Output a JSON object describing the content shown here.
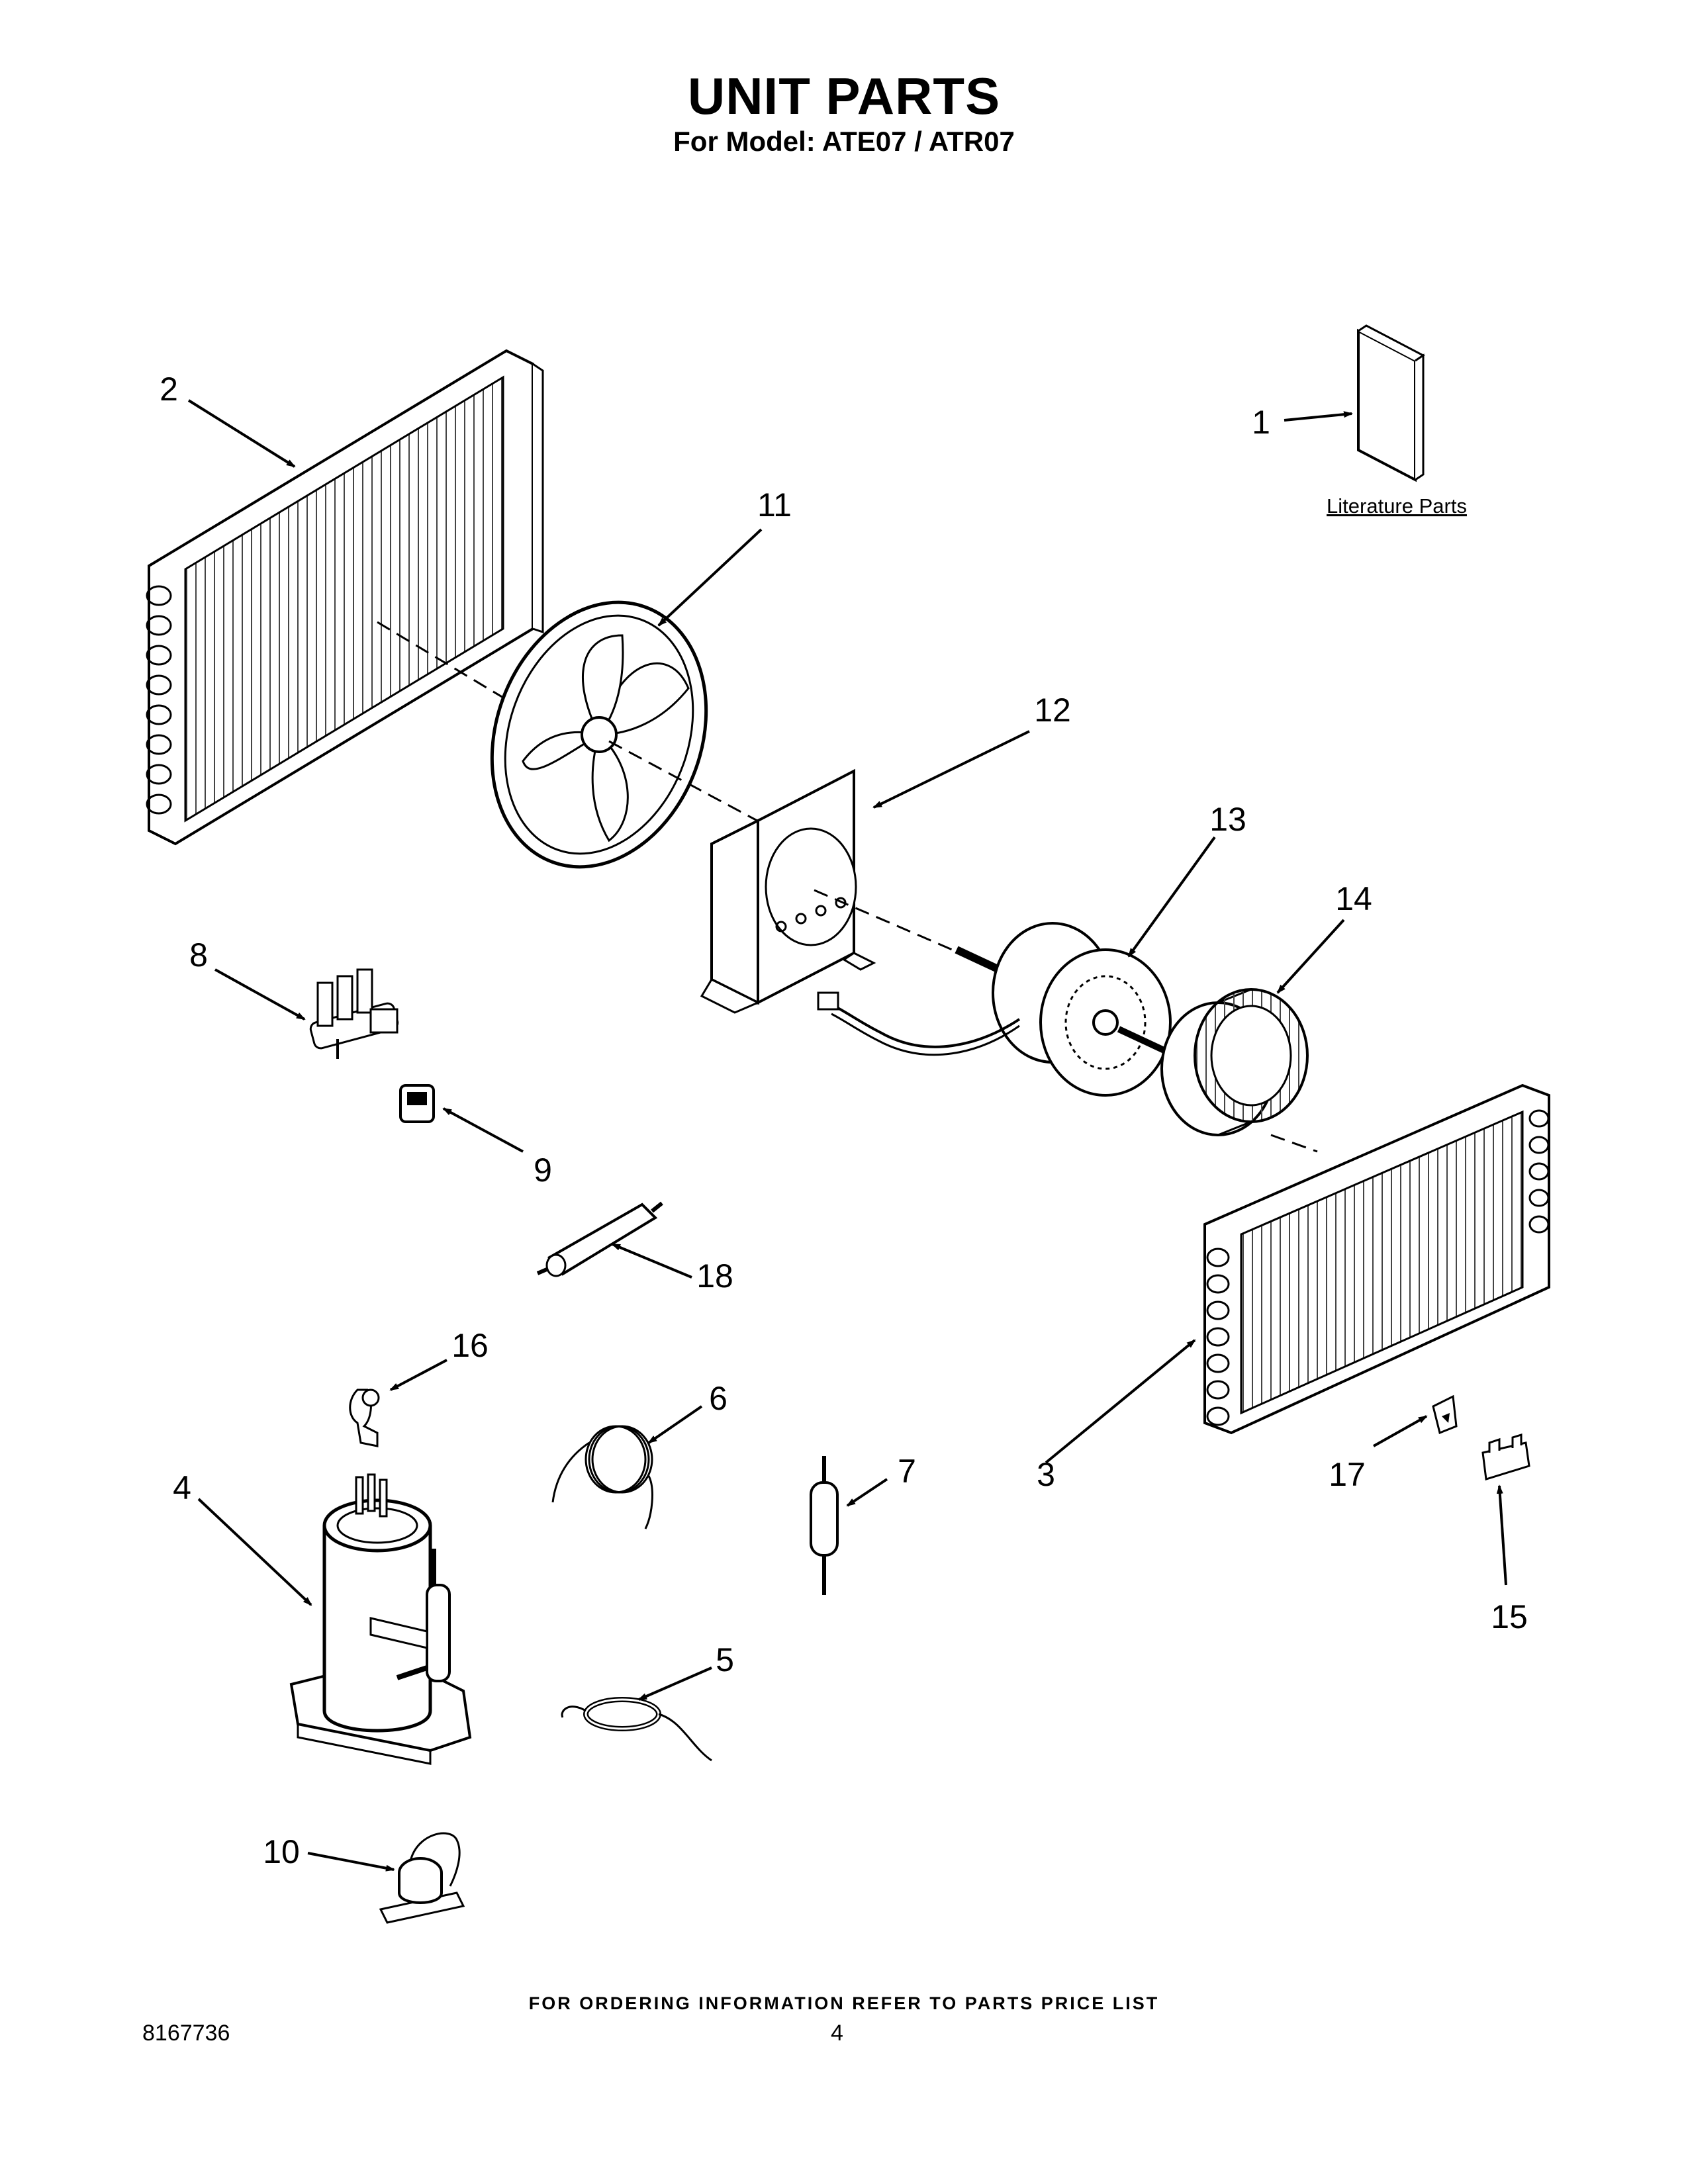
{
  "header": {
    "title": "UNIT PARTS",
    "subtitle": "For Model: ATE07 / ATR07"
  },
  "literature_label": "Literature Parts",
  "callouts": [
    "1",
    "2",
    "3",
    "4",
    "5",
    "6",
    "7",
    "8",
    "9",
    "10",
    "11",
    "12",
    "13",
    "14",
    "15",
    "16",
    "17",
    "18"
  ],
  "footer": {
    "ordering_note": "FOR ORDERING INFORMATION REFER TO PARTS PRICE LIST",
    "doc_number": "8167736",
    "page_number": "4"
  }
}
